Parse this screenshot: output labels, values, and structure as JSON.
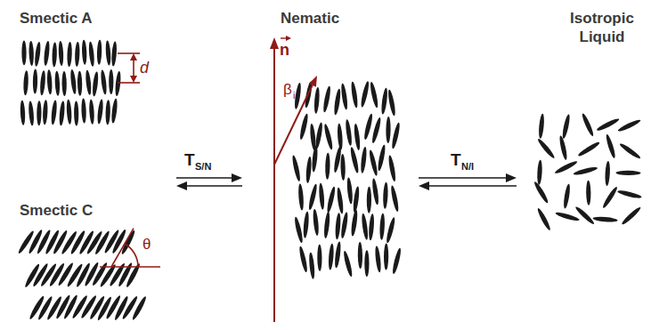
{
  "diagram": {
    "labels": [
      "Smectic A",
      "d",
      "Nematic",
      "n",
      "β",
      "i",
      "Isotropic Liquid",
      "T",
      "S/N",
      "T",
      "N/I",
      "Smectic C",
      "θ"
    ]
  }
}
